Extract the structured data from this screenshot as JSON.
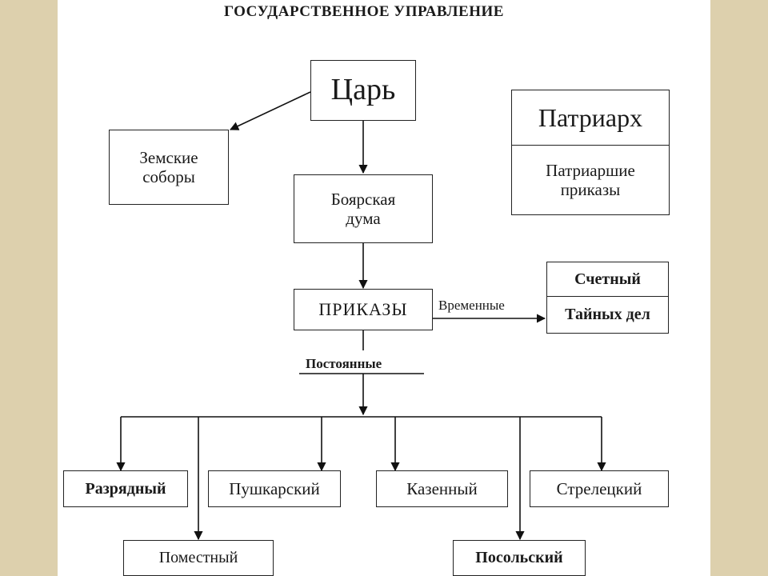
{
  "title": "ГОСУДАРСТВЕННОЕ УПРАВЛЕНИЕ",
  "nodes": {
    "tsar": "Царь",
    "zemskie": "Земские\nсоборы",
    "duma": "Боярская\nдума",
    "prikazy": "ПРИКАЗЫ",
    "patriarch": "Патриарх",
    "patriarch_prikazy": "Патриаршие\nприказы",
    "schetny": "Счетный",
    "tainykh": "Тайных дел",
    "razryadny": "Разрядный",
    "pushkarsky": "Пушкарский",
    "kazenny": "Казенный",
    "streletsky": "Стрелецкий",
    "pomestny": "Поместный",
    "posolsky": "Посольский"
  },
  "edge_labels": {
    "temporary": "Временные",
    "permanent": "Постоянные"
  }
}
